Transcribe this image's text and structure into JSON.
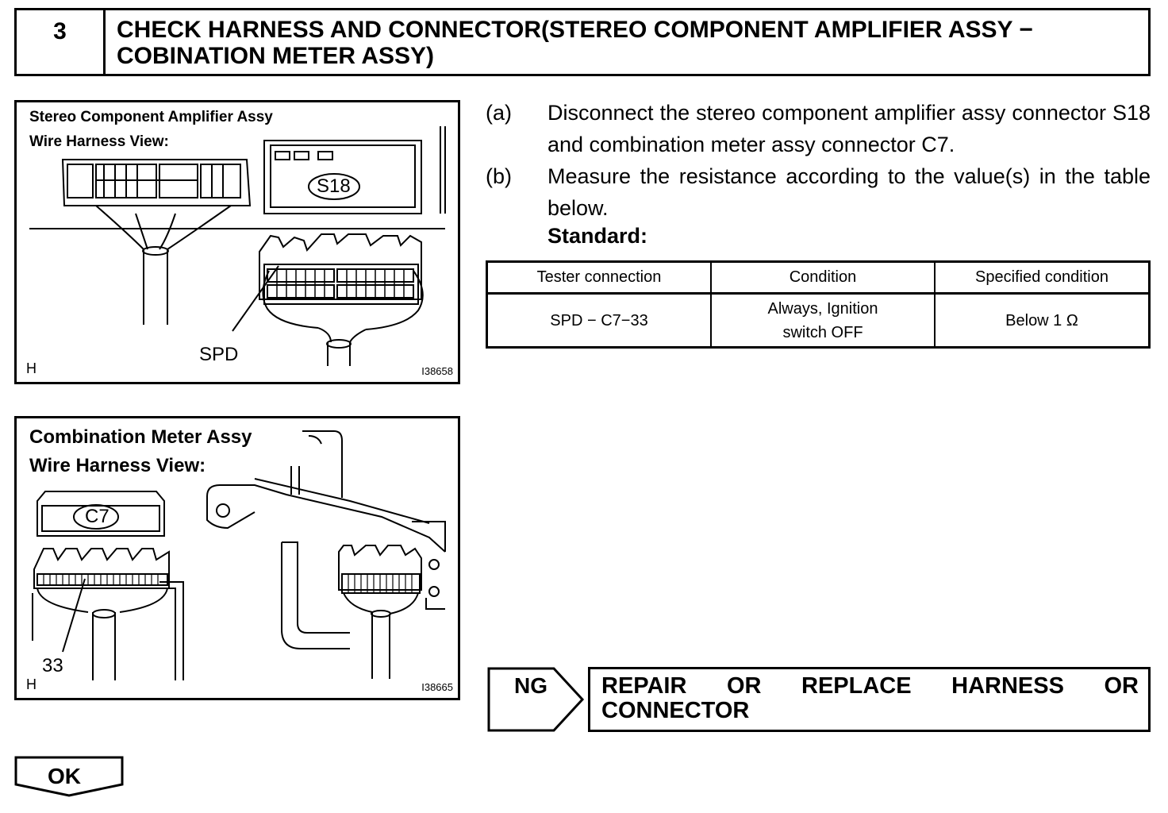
{
  "header": {
    "step_number": "3",
    "title_line1": "CHECK HARNESS AND CONNECTOR(STEREO COMPONENT AMPLIFIER ASSY −",
    "title_line2": "COBINATION METER ASSY)"
  },
  "figure1": {
    "title_line1": "Stereo Component Amplifier Assy",
    "title_line2": "Wire Harness View:",
    "connector_label": "S18",
    "pin_label": "SPD",
    "corner_letter": "H",
    "figure_code": "I38658"
  },
  "figure2": {
    "title_line1": "Combination Meter Assy",
    "title_line2": "Wire Harness View:",
    "connector_label": "C7",
    "pin_label": "33",
    "corner_letter": "H",
    "figure_code": "I38665"
  },
  "instructions": [
    {
      "mark": "(a)",
      "text": "Disconnect the  stereo component amplifier assy connector S18 and combination meter assy connector C7."
    },
    {
      "mark": "(b)",
      "text": "Measure the resistance according to the value(s) in the table below."
    }
  ],
  "standard_label": "Standard:",
  "spec_table": {
    "headers": [
      "Tester connection",
      "Condition",
      "Specified condition"
    ],
    "rows": [
      {
        "tester": "SPD − C7−33",
        "condition_line1": "Always, Ignition",
        "condition_line2": "switch OFF",
        "specified": "Below 1 Ω"
      }
    ]
  },
  "ng": {
    "label": "NG",
    "action_words": [
      "REPAIR",
      "OR",
      "REPLACE",
      "HARNESS",
      "OR"
    ],
    "action_line2": "CONNECTOR"
  },
  "ok": {
    "label": "OK"
  }
}
